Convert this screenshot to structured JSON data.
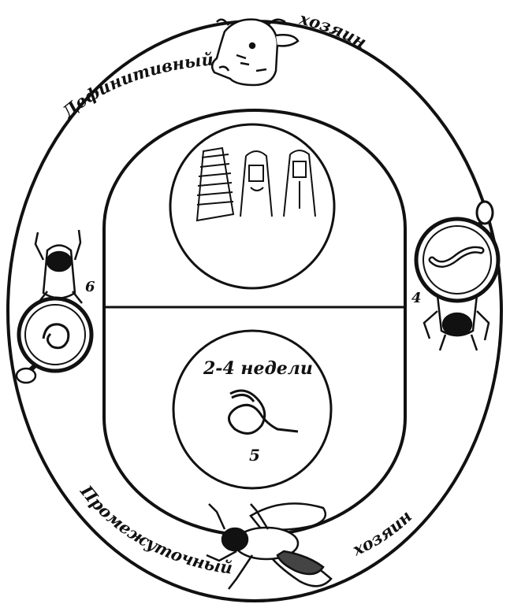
{
  "labels": {
    "definitive": "Дефинитивный",
    "host_top": "хозяин",
    "intermediate": "Промежуточный",
    "host_bottom": "хозяин",
    "duration": "2-4 недели",
    "stage_4": "4",
    "stage_5": "5",
    "stage_6": "6"
  },
  "icons": {
    "top_center": "cow-head-icon",
    "bottom_center": "fly-icon",
    "left": "fly-with-magnifier-icon",
    "right": "fly-with-magnifier-icon",
    "upper_circle": "nematode-heads-icon",
    "lower_circle": "coiled-larva-icon"
  },
  "colors": {
    "line": "#111111",
    "background": "#ffffff"
  }
}
